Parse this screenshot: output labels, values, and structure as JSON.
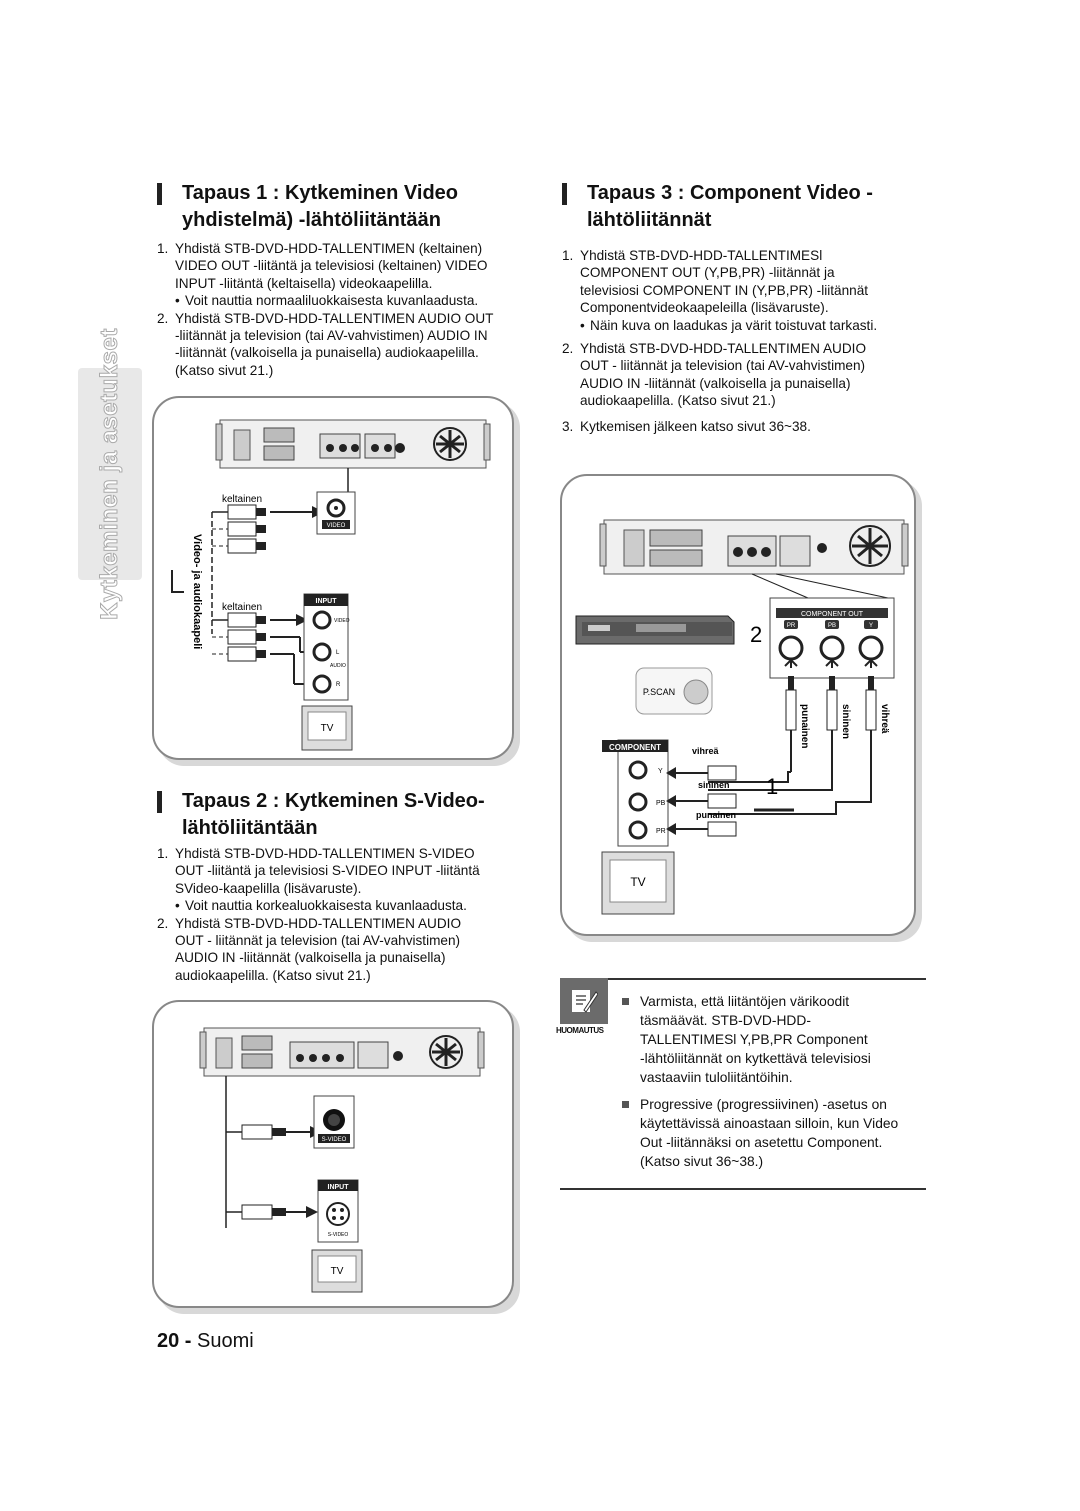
{
  "side_tab": {
    "label": "Kytkeminen ja asetukset"
  },
  "case1": {
    "title_line1": "Tapaus 1 : Kytkeminen Video",
    "title_line2": "yhdistelmä) -lähtöliitäntään",
    "step1_num": "1.",
    "step1_lines": [
      "Yhdistä STB-DVD-HDD-TALLENTIMEN (keltainen)",
      "VIDEO OUT -liitäntä ja televisiosi (keltainen) VIDEO",
      "INPUT -liitäntä (keltaisella) videokaapelilla."
    ],
    "step1_bullet": "Voit nauttia normaaliluokkaisesta kuvanlaadusta.",
    "step2_num": "2.",
    "step2_lines": [
      "Yhdistä STB-DVD-HDD-TALLENTIMEN AUDIO OUT",
      "-liitännät ja television (tai AV-vahvistimen) AUDIO IN",
      "-liitännät (valkoisella ja punaisella) audiokaapelilla.",
      "(Katso sivut 21.)"
    ],
    "diagram": {
      "cable_label_top": "keltainen",
      "cable_label_bottom": "keltainen",
      "cable_vertical_label": "Video- ja audiokaapeli",
      "jack_label_video_out": "VIDEO",
      "input_header": "INPUT",
      "input_video": "VIDEO",
      "input_l": "L",
      "input_audio": "AUDIO",
      "input_r": "R",
      "tv_label": "TV"
    }
  },
  "case2": {
    "title_line1": "Tapaus 2 : Kytkeminen S-Video-",
    "title_line2": "lähtöliitäntään",
    "step1_num": "1.",
    "step1_lines": [
      "Yhdistä STB-DVD-HDD-TALLENTIMEN S-VIDEO",
      "OUT -liitäntä ja televisiosi S-VIDEO INPUT -liitäntä",
      "SVideo-kaapelilla (lisävaruste)."
    ],
    "step1_bullet": "Voit nauttia korkealuokkaisesta kuvanlaadusta.",
    "step2_num": "2.",
    "step2_lines": [
      "Yhdistä STB-DVD-HDD-TALLENTIMEN AUDIO",
      "OUT - liitännät ja television (tai AV-vahvistimen)",
      "AUDIO IN -liitännät (valkoisella ja punaisella)",
      "audiokaapelilla. (Katso sivut 21.)"
    ],
    "diagram": {
      "jack_label_out": "S-VIDEO",
      "input_header": "INPUT",
      "jack_label_in": "S-VIDEO",
      "tv_label": "TV"
    }
  },
  "case3": {
    "title_line1": "Tapaus 3 : Component Video -",
    "title_line2": "lähtöliitännät",
    "step1_num": "1.",
    "step1_lines": [
      "Yhdistä STB-DVD-HDD-TALLENTIMESl",
      "COMPONENT OUT (Y,PB,PR) -liitännät ja",
      "televisiosi COMPONENT IN (Y,PB,PR) -liitännät",
      "Componentvideokaapeleilla (lisävaruste)."
    ],
    "step1_bullet": "Näin kuva on laadukas ja värit toistuvat tarkasti.",
    "step2_num": "2.",
    "step2_lines": [
      "Yhdistä STB-DVD-HDD-TALLENTIMEN AUDIO",
      "OUT - liitännät ja television (tai AV-vahvistimen)",
      "AUDIO IN -liitännät (valkoisella ja punaisella)",
      "audiokaapelilla. (Katso sivut 21.)"
    ],
    "step3_num": "3.",
    "step3_line": "Kytkemisen jälkeen katso sivut 36~38.",
    "diagram": {
      "component_out_label": "COMPONENT OUT",
      "pr_label": "PR",
      "pb_label": "PB",
      "y_label": "Y",
      "step2_marker": "2",
      "step1_marker": "1",
      "pscan_label": "P.SCAN",
      "cable_punainen": "punainen",
      "cable_sininen": "sininen",
      "cable_vihrea": "vihreä",
      "component_header": "COMPONENT",
      "in_vihrea": "vihreä",
      "in_y": "Y",
      "in_sininen": "sininen",
      "in_pb": "PB",
      "in_punainen": "punainen",
      "in_pr": "PR",
      "tv_label": "TV"
    }
  },
  "note": {
    "icon_label": "HUOMAUTUS",
    "item1_lines": [
      "Varmista, että liitäntöjen värikoodit",
      "täsmäävät. STB-DVD-HDD-",
      "TALLENTIMESl Y,PB,PR Component",
      "-lähtöliitännät on kytkettävä televisiosi",
      "vastaaviin tuloliitäntöihin."
    ],
    "item2_lines": [
      "Progressive (progressiivinen) -asetus on",
      "käytettävissä ainoastaan silloin, kun Video",
      "Out -liitännäksi on asetettu Component.",
      "(Katso sivut 36~38.)"
    ]
  },
  "footer": {
    "page_num": "20 -",
    "language": "Suomi"
  }
}
